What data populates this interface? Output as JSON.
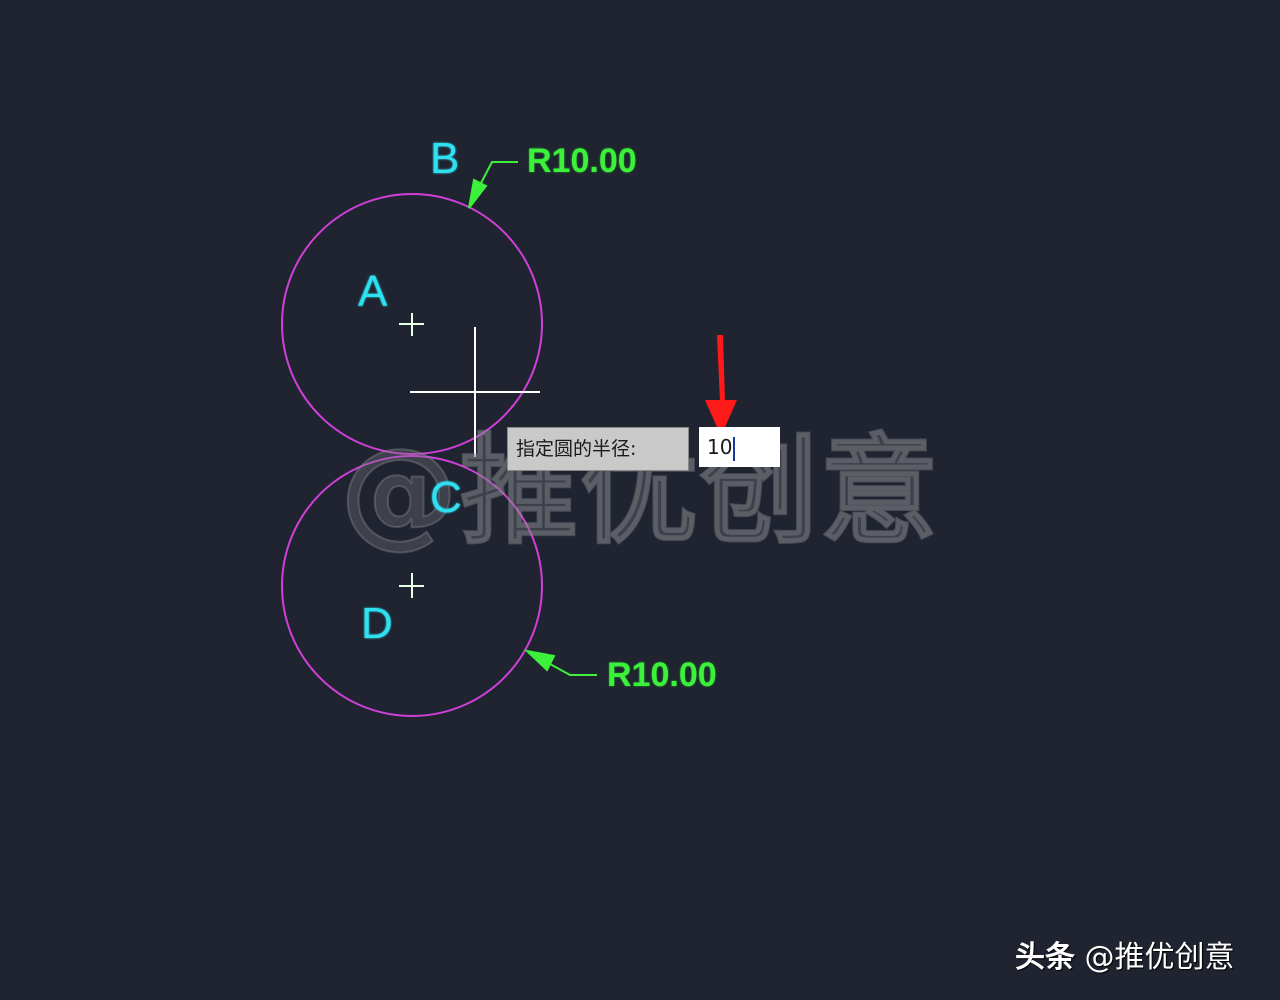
{
  "drawing": {
    "labels": {
      "A": "A",
      "B": "B",
      "C": "C",
      "D": "D"
    },
    "dimensions": {
      "top_radius": "R10.00",
      "bottom_radius": "R10.00"
    },
    "colors": {
      "background": "#1f2430",
      "circle": "#d040d8",
      "label": "#2fe0f0",
      "dimension": "#3cf03c",
      "crosshair": "#ffffff",
      "arrow": "#ff1a1a"
    }
  },
  "command_prompt": {
    "label": "指定圆的半径:",
    "input_value": "10"
  },
  "watermark": {
    "center_text": "@推优创意",
    "footer_brand": "头条",
    "footer_handle": "@推优创意"
  }
}
